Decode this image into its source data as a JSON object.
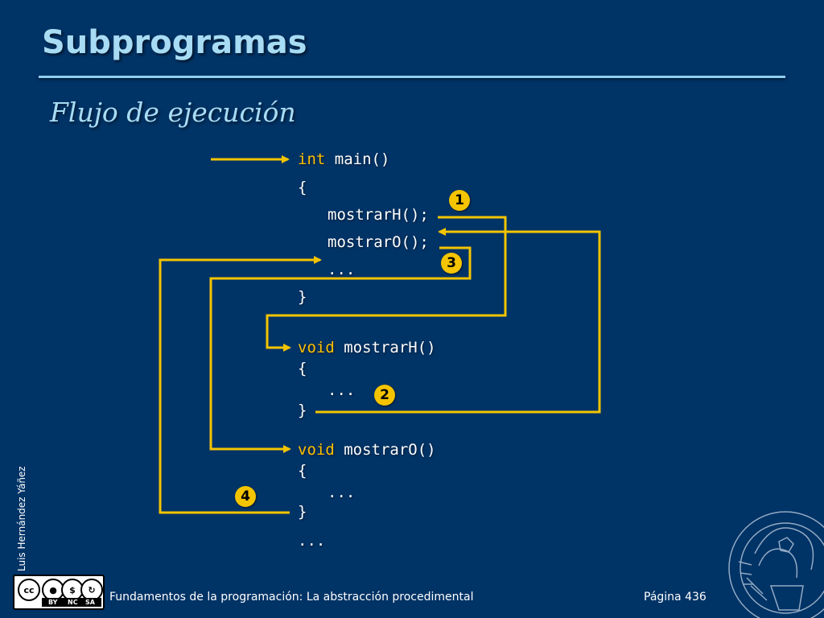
{
  "slide": {
    "title": "Subprogramas",
    "subtitle": "Flujo de ejecución"
  },
  "code": {
    "main_kw": "int",
    "main_sig": " main()",
    "main_open": "{",
    "call_h": "mostrarH();",
    "call_o": "mostrarO();",
    "main_dots": "...",
    "main_close": "}",
    "h_kw": "void",
    "h_sig": " mostrarH()",
    "h_open": "{",
    "h_dots": "...",
    "h_close": "}",
    "o_kw": "void",
    "o_sig": " mostrarO()",
    "o_open": "{",
    "o_dots": "...",
    "o_close": "}",
    "end_dots": "..."
  },
  "steps": {
    "s1": "1",
    "s2": "2",
    "s3": "3",
    "s4": "4"
  },
  "footer": {
    "author": "Luis Hernández Yáñez",
    "course": "Fundamentos de la programación: La abstracción procedimental",
    "page": "Página 436"
  },
  "license": {
    "cc": "cc",
    "by": "BY",
    "nc": "NC",
    "sa": "SA"
  },
  "colors": {
    "background": "#003366",
    "title": "#a8dcf4",
    "keyword": "#ffc000",
    "arrow": "#f4c400"
  }
}
